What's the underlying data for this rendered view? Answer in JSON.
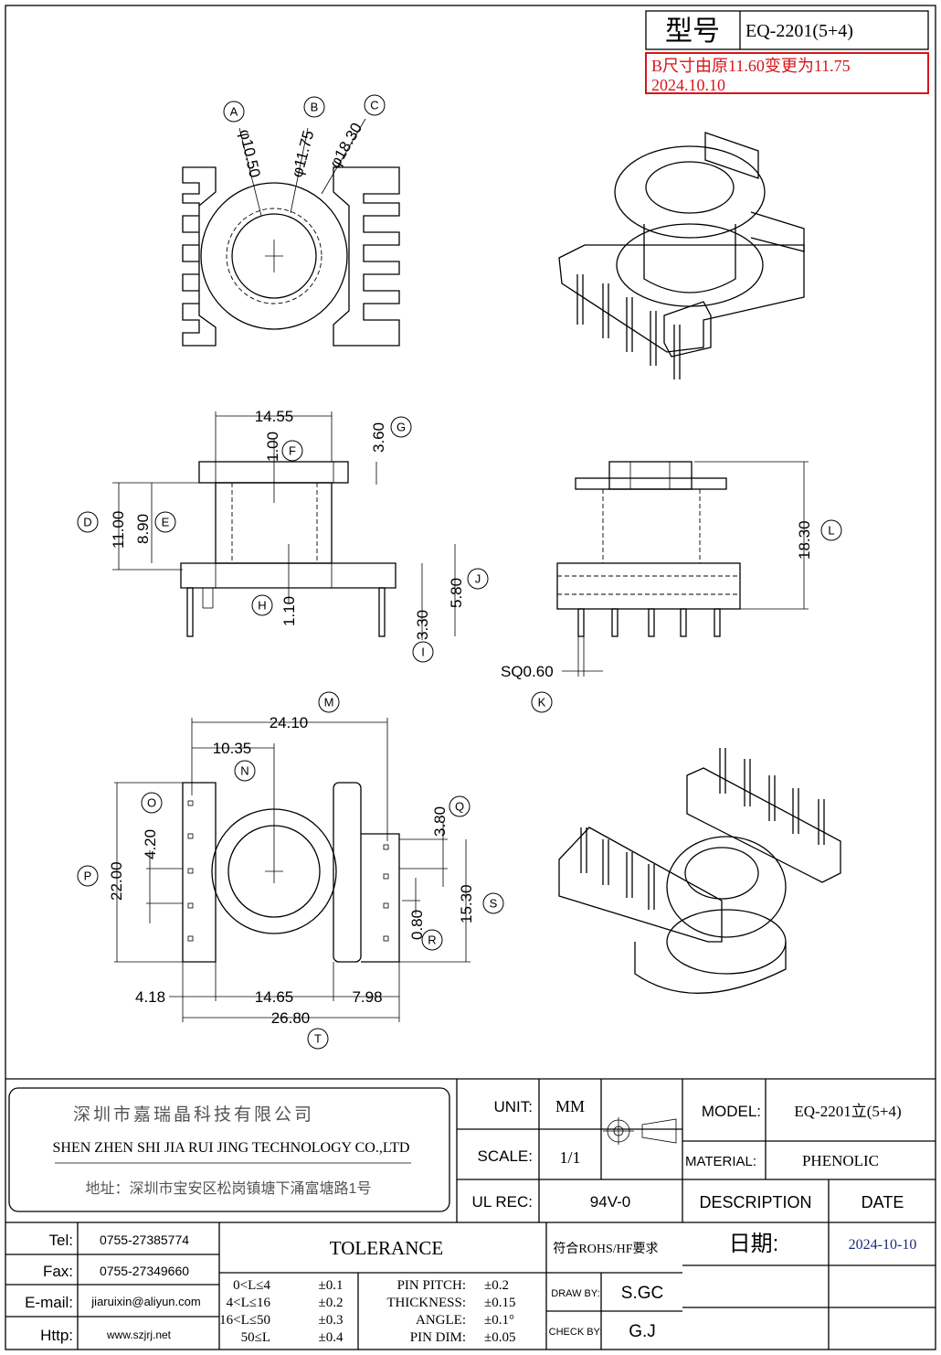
{
  "model_box": {
    "label": "型号",
    "value": "EQ-2201(5+4)"
  },
  "note": {
    "line1": "B尺寸由原11.60变更为11.75",
    "line2": "2024.10.10"
  },
  "top_view": {
    "callouts": [
      "A",
      "B",
      "C"
    ],
    "dims": [
      "φ10.50",
      "φ11.75",
      "φ18.30"
    ]
  },
  "side_view": {
    "callouts": [
      "D",
      "E",
      "F",
      "G",
      "H",
      "I",
      "J"
    ],
    "dims": {
      "d": "11.00",
      "e": "8.90",
      "f": "1.00",
      "g": "3.60",
      "top_width": "14.55",
      "h": "1.10",
      "i": "3.30",
      "j": "5.80"
    }
  },
  "front_view": {
    "callouts": [
      "L",
      "K"
    ],
    "dims": {
      "l": "18.30",
      "k": "SQ0.60"
    }
  },
  "bottom_view": {
    "callouts": [
      "M",
      "N",
      "O",
      "P",
      "Q",
      "R",
      "S",
      "T"
    ],
    "dims": {
      "m": "24.10",
      "n": "10.35",
      "o": "4.20",
      "p": "22.00",
      "q": "3.80",
      "r": "0.80",
      "s": "15.30",
      "left": "4.18",
      "mid": "14.65",
      "right": "7.98",
      "t": "26.80"
    }
  },
  "title_block": {
    "company_cn": "深圳市嘉瑞晶科技有限公司",
    "company_en": "SHEN ZHEN SHI   JIA RUI JING   TECHNOLOGY CO.,LTD",
    "address": "地址：深圳市宝安区松岗镇塘下涌富塘路1号",
    "unit_label": "UNIT:",
    "unit_value": "MM",
    "scale_label": "SCALE:",
    "scale_value": "1/1",
    "ul_label": "UL REC:",
    "ul_value": "94V-0",
    "model_label": "MODEL:",
    "model_value": "EQ-2201立(5+4)",
    "material_label": "MATERIAL:",
    "material_value": "PHENOLIC",
    "description_label": "DESCRIPTION",
    "date_label": "DATE",
    "tel_label": "Tel:",
    "tel_value": "0755-27385774",
    "fax_label": "Fax:",
    "fax_value": "0755-27349660",
    "email_label": "E-mail:",
    "email_value": "jiaruixin@aliyun.com",
    "http_label": "Http:",
    "http_value": "www.szjrj.net",
    "tolerance_label": "TOLERANCE",
    "tol_rows": [
      {
        "range": "0<L≤4",
        "tol": "±0.1"
      },
      {
        "range": "4<L≤16",
        "tol": "±0.2"
      },
      {
        "range": "16<L≤50",
        "tol": "±0.3"
      },
      {
        "range": "50≤L",
        "tol": "±0.4"
      }
    ],
    "tol_specs": [
      {
        "name": "PIN PITCH:",
        "val": "±0.2"
      },
      {
        "name": "THICKNESS:",
        "val": "±0.15"
      },
      {
        "name": "ANGLE:",
        "val": "±0.1°"
      },
      {
        "name": "PIN DIM:",
        "val": "±0.05"
      }
    ],
    "rohs": "符合ROHS/HF要求",
    "date_cn": "日期:",
    "date_value": "2024-10-10",
    "draw_label": "DRAW BY:",
    "draw_value": "S.GC",
    "check_label": "CHECK BY:",
    "check_value": "G.J"
  }
}
